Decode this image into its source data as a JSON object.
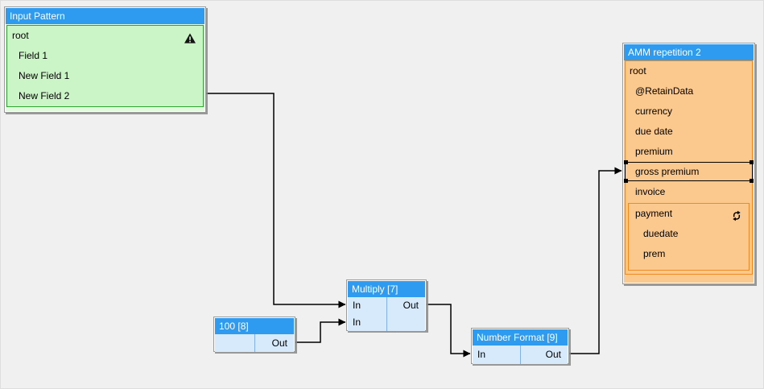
{
  "canvas": {
    "background": "#f0f0f0"
  },
  "colors": {
    "title_bar": "#2e9bf0",
    "title_text": "#ffffff",
    "source_body": "#ccf5c7",
    "source_border": "#2ea22e",
    "function_body": "#d7eafb",
    "target_body": "#fbc88e",
    "target_border": "#ee8a20",
    "wire": "#000000"
  },
  "nodes": {
    "input_pattern": {
      "title": "Input Pattern",
      "rows": [
        "root",
        "Field 1",
        "New Field 1",
        "New Field 2"
      ],
      "root_has_warning": true
    },
    "constant": {
      "title": "100 [8]",
      "out_label": "Out"
    },
    "multiply": {
      "title": "Multiply [7]",
      "in1_label": "In",
      "in2_label": "In",
      "out_label": "Out"
    },
    "number_format": {
      "title": "Number Format [9]",
      "in_label": "In",
      "out_label": "Out"
    },
    "amm": {
      "title": "AMM repetition 2",
      "rows": [
        "root",
        "@RetainData",
        "currency",
        "due date",
        "premium",
        "gross premium",
        "invoice"
      ],
      "selected_row": "gross premium",
      "payment_group": {
        "rows": [
          "payment",
          "duedate",
          "prem"
        ],
        "repeat_indicator": true
      }
    }
  },
  "icons": {
    "warning": "warning-icon",
    "repeat": "repeat-icon"
  },
  "connections": [
    {
      "from": "Input Pattern / New Field 2",
      "to": "Multiply [7] / In (1)"
    },
    {
      "from": "100 [8] / Out",
      "to": "Multiply [7] / In (2)"
    },
    {
      "from": "Multiply [7] / Out",
      "to": "Number Format [9] / In"
    },
    {
      "from": "Number Format [9] / Out",
      "to": "AMM repetition 2 / gross premium"
    }
  ]
}
